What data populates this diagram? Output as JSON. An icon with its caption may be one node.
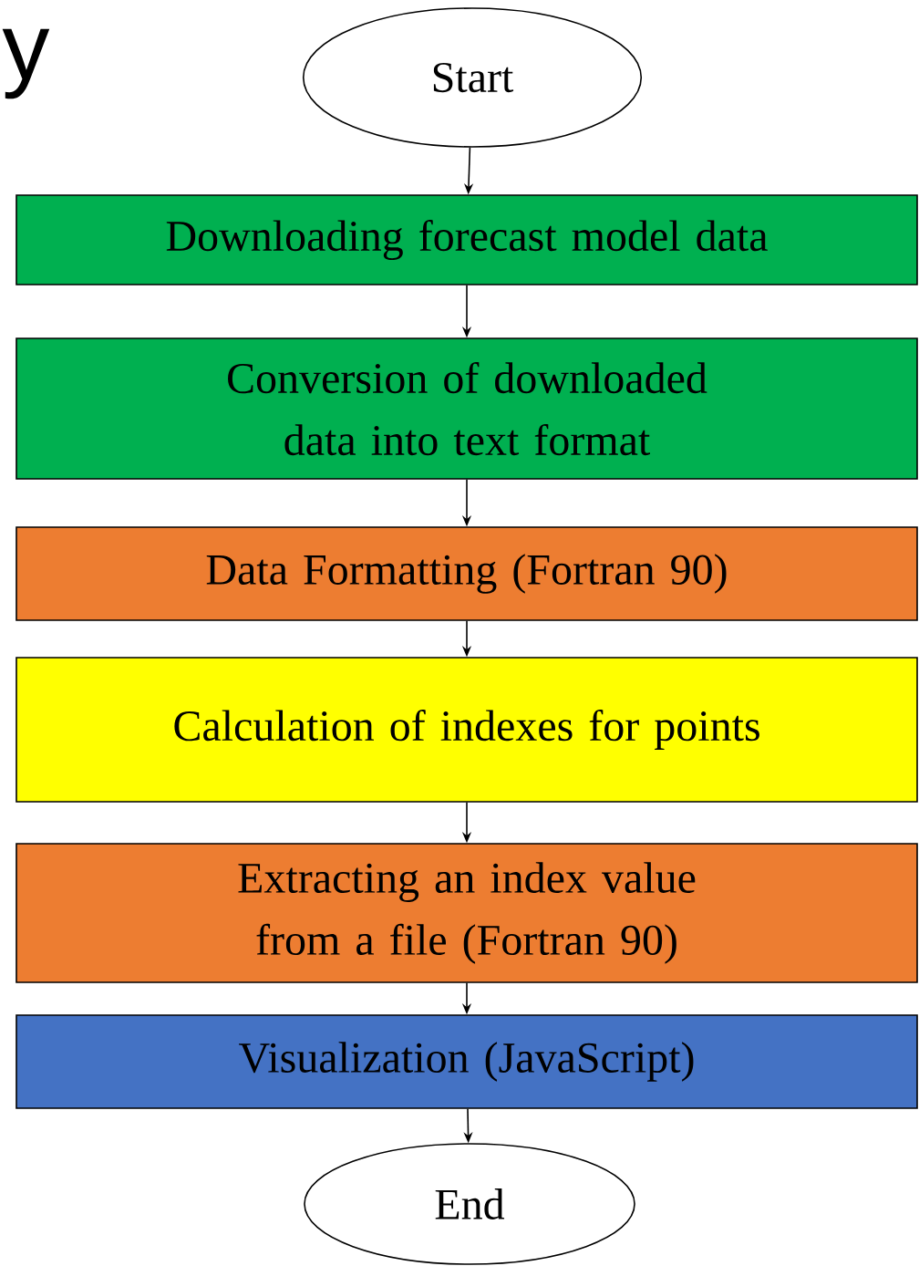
{
  "diagram": {
    "nodes": [
      {
        "text": [
          "Start"
        ]
      },
      {
        "text": [
          "Downloading forecast model data"
        ]
      },
      {
        "text": [
          "Conversion of downloaded data into text format"
        ]
      },
      {
        "text": [
          "Data Formatting (Fortran 90)"
        ]
      },
      {
        "text": [
          "Calculation of indexes for points"
        ]
      },
      {
        "text": [
          "Extracting an index value from a file (Fortran 90)"
        ]
      },
      {
        "text": [
          "Visualization (JavaScript)"
        ]
      },
      {
        "text": [
          "End"
        ]
      }
    ],
    "edges": [
      {
        "from": 0,
        "to": 1,
        "arrow": "to"
      },
      {
        "from": 1,
        "to": 2,
        "arrow": "to"
      },
      {
        "from": 2,
        "to": 3,
        "arrow": "to"
      },
      {
        "from": 3,
        "to": 4,
        "arrow": "to"
      },
      {
        "from": 4,
        "to": 5,
        "arrow": "to"
      },
      {
        "from": 5,
        "to": 6,
        "arrow": "to"
      },
      {
        "from": 6,
        "to": 7,
        "arrow": "to"
      }
    ],
    "labels": [
      "y"
    ]
  }
}
